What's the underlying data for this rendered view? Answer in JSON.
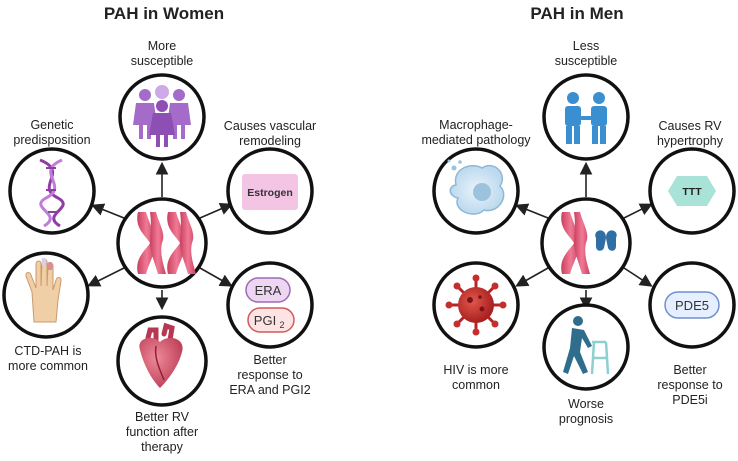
{
  "women": {
    "title": "PAH in Women",
    "labels": {
      "top": [
        "More",
        "susceptible"
      ],
      "upper_left": [
        "Genetic",
        "predisposition"
      ],
      "upper_right": [
        "Causes vascular",
        "remodeling"
      ],
      "lower_left": [
        "CTD-PAH is",
        "more common"
      ],
      "bottom": [
        "Better RV",
        "function after",
        "therapy"
      ],
      "lower_right": [
        "Better",
        "response to",
        "ERA and PGI2"
      ]
    },
    "icons": {
      "estrogen": "Estrogen",
      "era": "ERA",
      "pgi": "PGI",
      "pgi_sub": "2"
    }
  },
  "men": {
    "title": "PAH in Men",
    "labels": {
      "top": [
        "Less",
        "susceptible"
      ],
      "upper_left": [
        "Macrophage-",
        "mediated pathology"
      ],
      "upper_right": [
        "Causes RV",
        "hypertrophy"
      ],
      "lower_left": [
        "HIV is more",
        "common"
      ],
      "bottom": [
        "Worse",
        "prognosis"
      ],
      "lower_right": [
        "Better",
        "response to",
        "PDE5i"
      ]
    },
    "icons": {
      "ttt": "TTT",
      "pde5": "PDE5"
    }
  },
  "colors": {
    "circle_stroke": "#111111",
    "chromosome": "#e0607e",
    "women_purple": "#8e4fb5",
    "men_blue": "#3a8fd0",
    "arrow": "#222222"
  },
  "icon_names": [
    "women-group-icon",
    "dna-icon",
    "estrogen-icon",
    "hand-icon",
    "heart-icon",
    "era-pgi2-icon",
    "men-pair-icon",
    "macrophage-icon",
    "ttt-icon",
    "virus-icon",
    "elderly-walker-icon",
    "pde5-icon",
    "xx-chromosome-icon",
    "xy-chromosome-icon"
  ]
}
